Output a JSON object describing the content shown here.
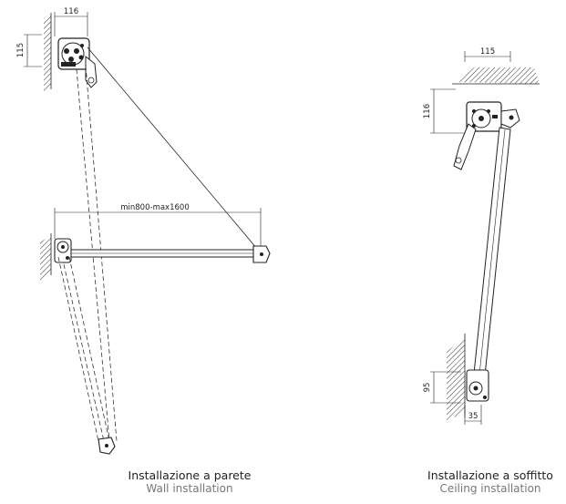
{
  "wall": {
    "dim_width": "116",
    "dim_height": "115",
    "dim_span": "min800-max1600",
    "caption_it": "Installazione a parete",
    "caption_en": "Wall installation"
  },
  "ceiling": {
    "dim_width": "115",
    "dim_height": "116",
    "dim_lower_height": "95",
    "dim_lower_width": "35",
    "caption_it": "Installazione a soffitto",
    "caption_en": "Ceiling installation"
  }
}
